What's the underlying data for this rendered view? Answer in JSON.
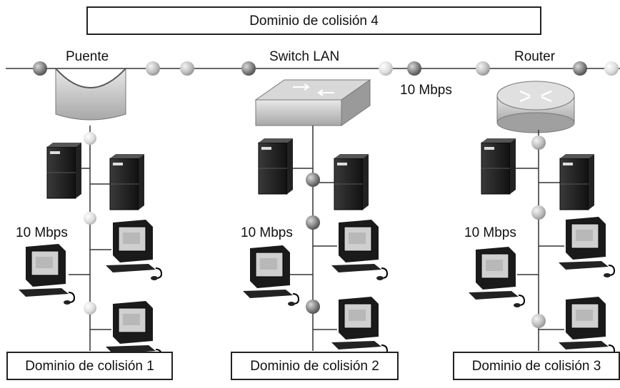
{
  "title_box": "Dominio de colisión 4",
  "devices": {
    "bridge": "Puente",
    "switch": "Switch LAN",
    "router": "Router"
  },
  "backbone_speed": "10 Mbps",
  "segments": [
    {
      "domain": "Dominio de colisión 1",
      "speed": "10 Mbps"
    },
    {
      "domain": "Dominio de colisión 2",
      "speed": "10 Mbps"
    },
    {
      "domain": "Dominio de colisión 3",
      "speed": "10 Mbps"
    }
  ]
}
